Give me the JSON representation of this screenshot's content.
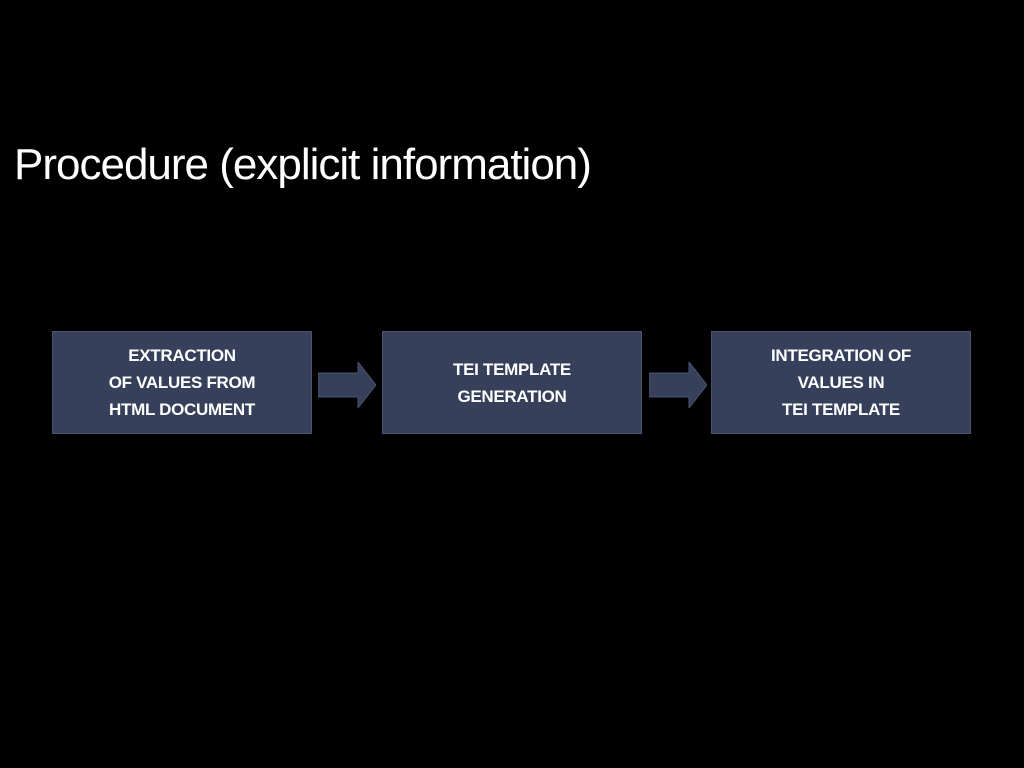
{
  "slide": {
    "title": "Procedure (explicit information)"
  },
  "flow": {
    "steps": [
      {
        "label": "EXTRACTION\nOF VALUES FROM\nHTML DOCUMENT"
      },
      {
        "label": "TEI TEMPLATE\nGENERATION"
      },
      {
        "label": "INTEGRATION OF\nVALUES IN\nTEI TEMPLATE"
      }
    ],
    "colors": {
      "box_fill": "#36405a",
      "arrow_fill": "#36405a",
      "text": "#ffffff",
      "background": "#000000"
    }
  }
}
